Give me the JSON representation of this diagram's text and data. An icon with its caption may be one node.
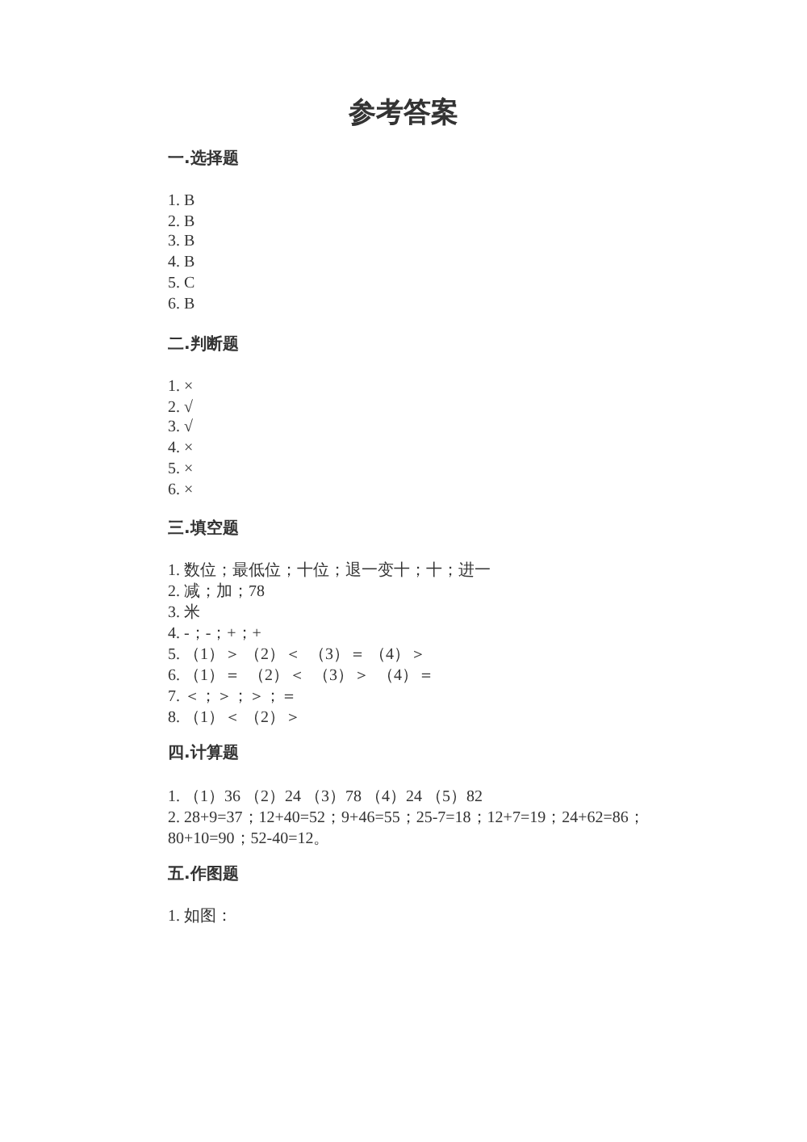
{
  "diagram": {
    "title": "参考答案",
    "labels": [
      "一.选择题",
      "1. B",
      "2. B",
      "3. B",
      "4. B",
      "5. C",
      "6. B",
      "二.判断题",
      "1. ×",
      "2. √",
      "3. √",
      "4. ×",
      "5. ×",
      "6. ×",
      "三.填空题",
      "1. 数位；最低位；十位；退一变十；十；进一",
      "2. 减；加；78",
      "3. 米",
      "4. -；-；+；+",
      "5. （1）＞ （2）＜  （3）＝ （4）＞",
      "6. （1）＝  （2）＜  （3）＞  （4）＝",
      "7. ＜；＞；＞；＝",
      "8. （1）＜ （2）＞",
      "四.计算题",
      "1. （1）36 （2）24 （3）78 （4）24 （5）82",
      "2. 28+9=37；12+40=52；9+46=55；25-7=18；12+7=19；24+62=86；80+10=90；52-40=12。",
      "五.作图题",
      "1. 如图："
    ]
  }
}
